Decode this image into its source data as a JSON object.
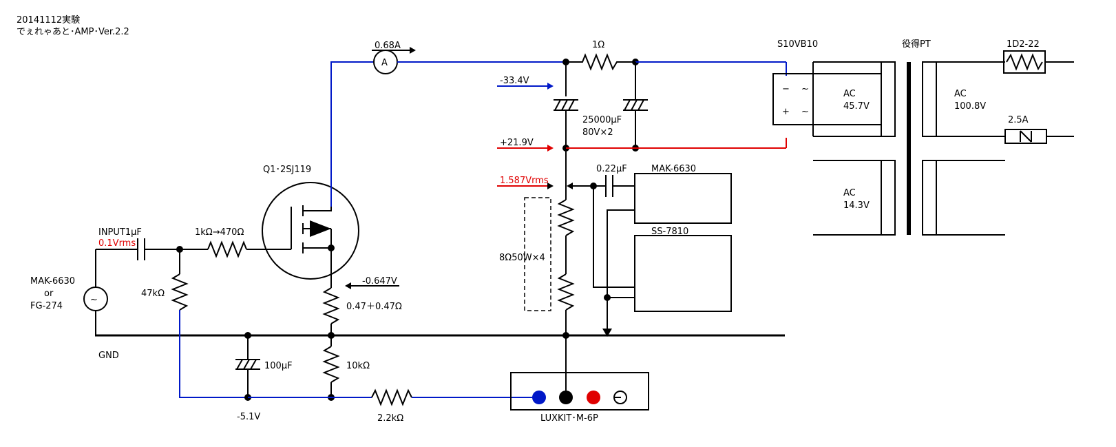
{
  "title": {
    "line1": "20141112実験",
    "line2": "でぇれゃあと･AMP･Ver.2.2"
  },
  "labels": {
    "ammeter_value": "0.68A",
    "ammeter_symbol": "A",
    "resistor_1ohm": "1Ω",
    "rectifier": "S10VB10",
    "rectifier_minus": "−",
    "rectifier_plus": "+",
    "rectifier_ac1": "~",
    "rectifier_ac2": "~",
    "transformer": "役得PT",
    "fuse_diode": "1D2-22",
    "fuse": "2.5A",
    "v_neg": "-33.4V",
    "v_pos": "+21.9V",
    "cap_bank_1": "25000μF",
    "cap_bank_2": "80V×2",
    "ac_sec1_a": "AC",
    "ac_sec1_b": "45.7V",
    "ac_pri_a": "AC",
    "ac_pri_b": "100.8V",
    "ac_sec2_a": "AC",
    "ac_sec2_b": "14.3V",
    "out_vrms": "1.587Vrms",
    "cap_out": "0.22μF",
    "mak_box": "MAK-6630",
    "ss_box": "SS-7810",
    "load": "8Ω50W×4",
    "transistor": "Q1･2SJ119",
    "input_cap": "INPUT1μF",
    "input_vrms": "0.1Vrms",
    "gate_res": "1kΩ→470Ω",
    "gen_1": "MAK-6630",
    "gen_2": "or",
    "gen_3": "FG-274",
    "gen_symbol": "~",
    "bias_res": "47kΩ",
    "source_volt": "-0.647V",
    "source_res": "0.47＋0.47Ω",
    "gnd": "GND",
    "cap_100": "100μF",
    "res_10k": "10kΩ",
    "res_22k": "2.2kΩ",
    "neg_supply": "-5.1V",
    "psu": "LUXKIT･M-6P"
  },
  "colors": {
    "negative_rail": "#0018c8",
    "positive_rail": "#e00000",
    "wire": "#000000"
  }
}
